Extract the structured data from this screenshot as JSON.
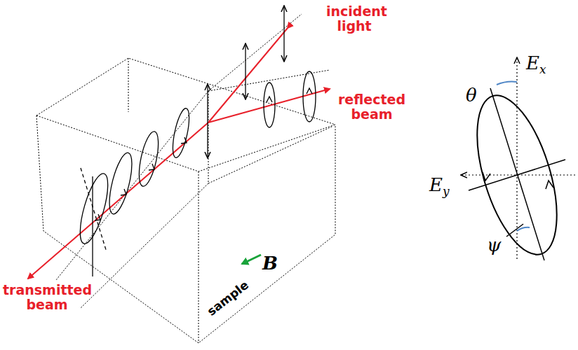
{
  "diagram": {
    "labels": [
      "incident light",
      "reflected beam",
      "transmitted beam",
      "B",
      "sample",
      "θ",
      "Ex",
      "Ey",
      "ψ"
    ]
  }
}
